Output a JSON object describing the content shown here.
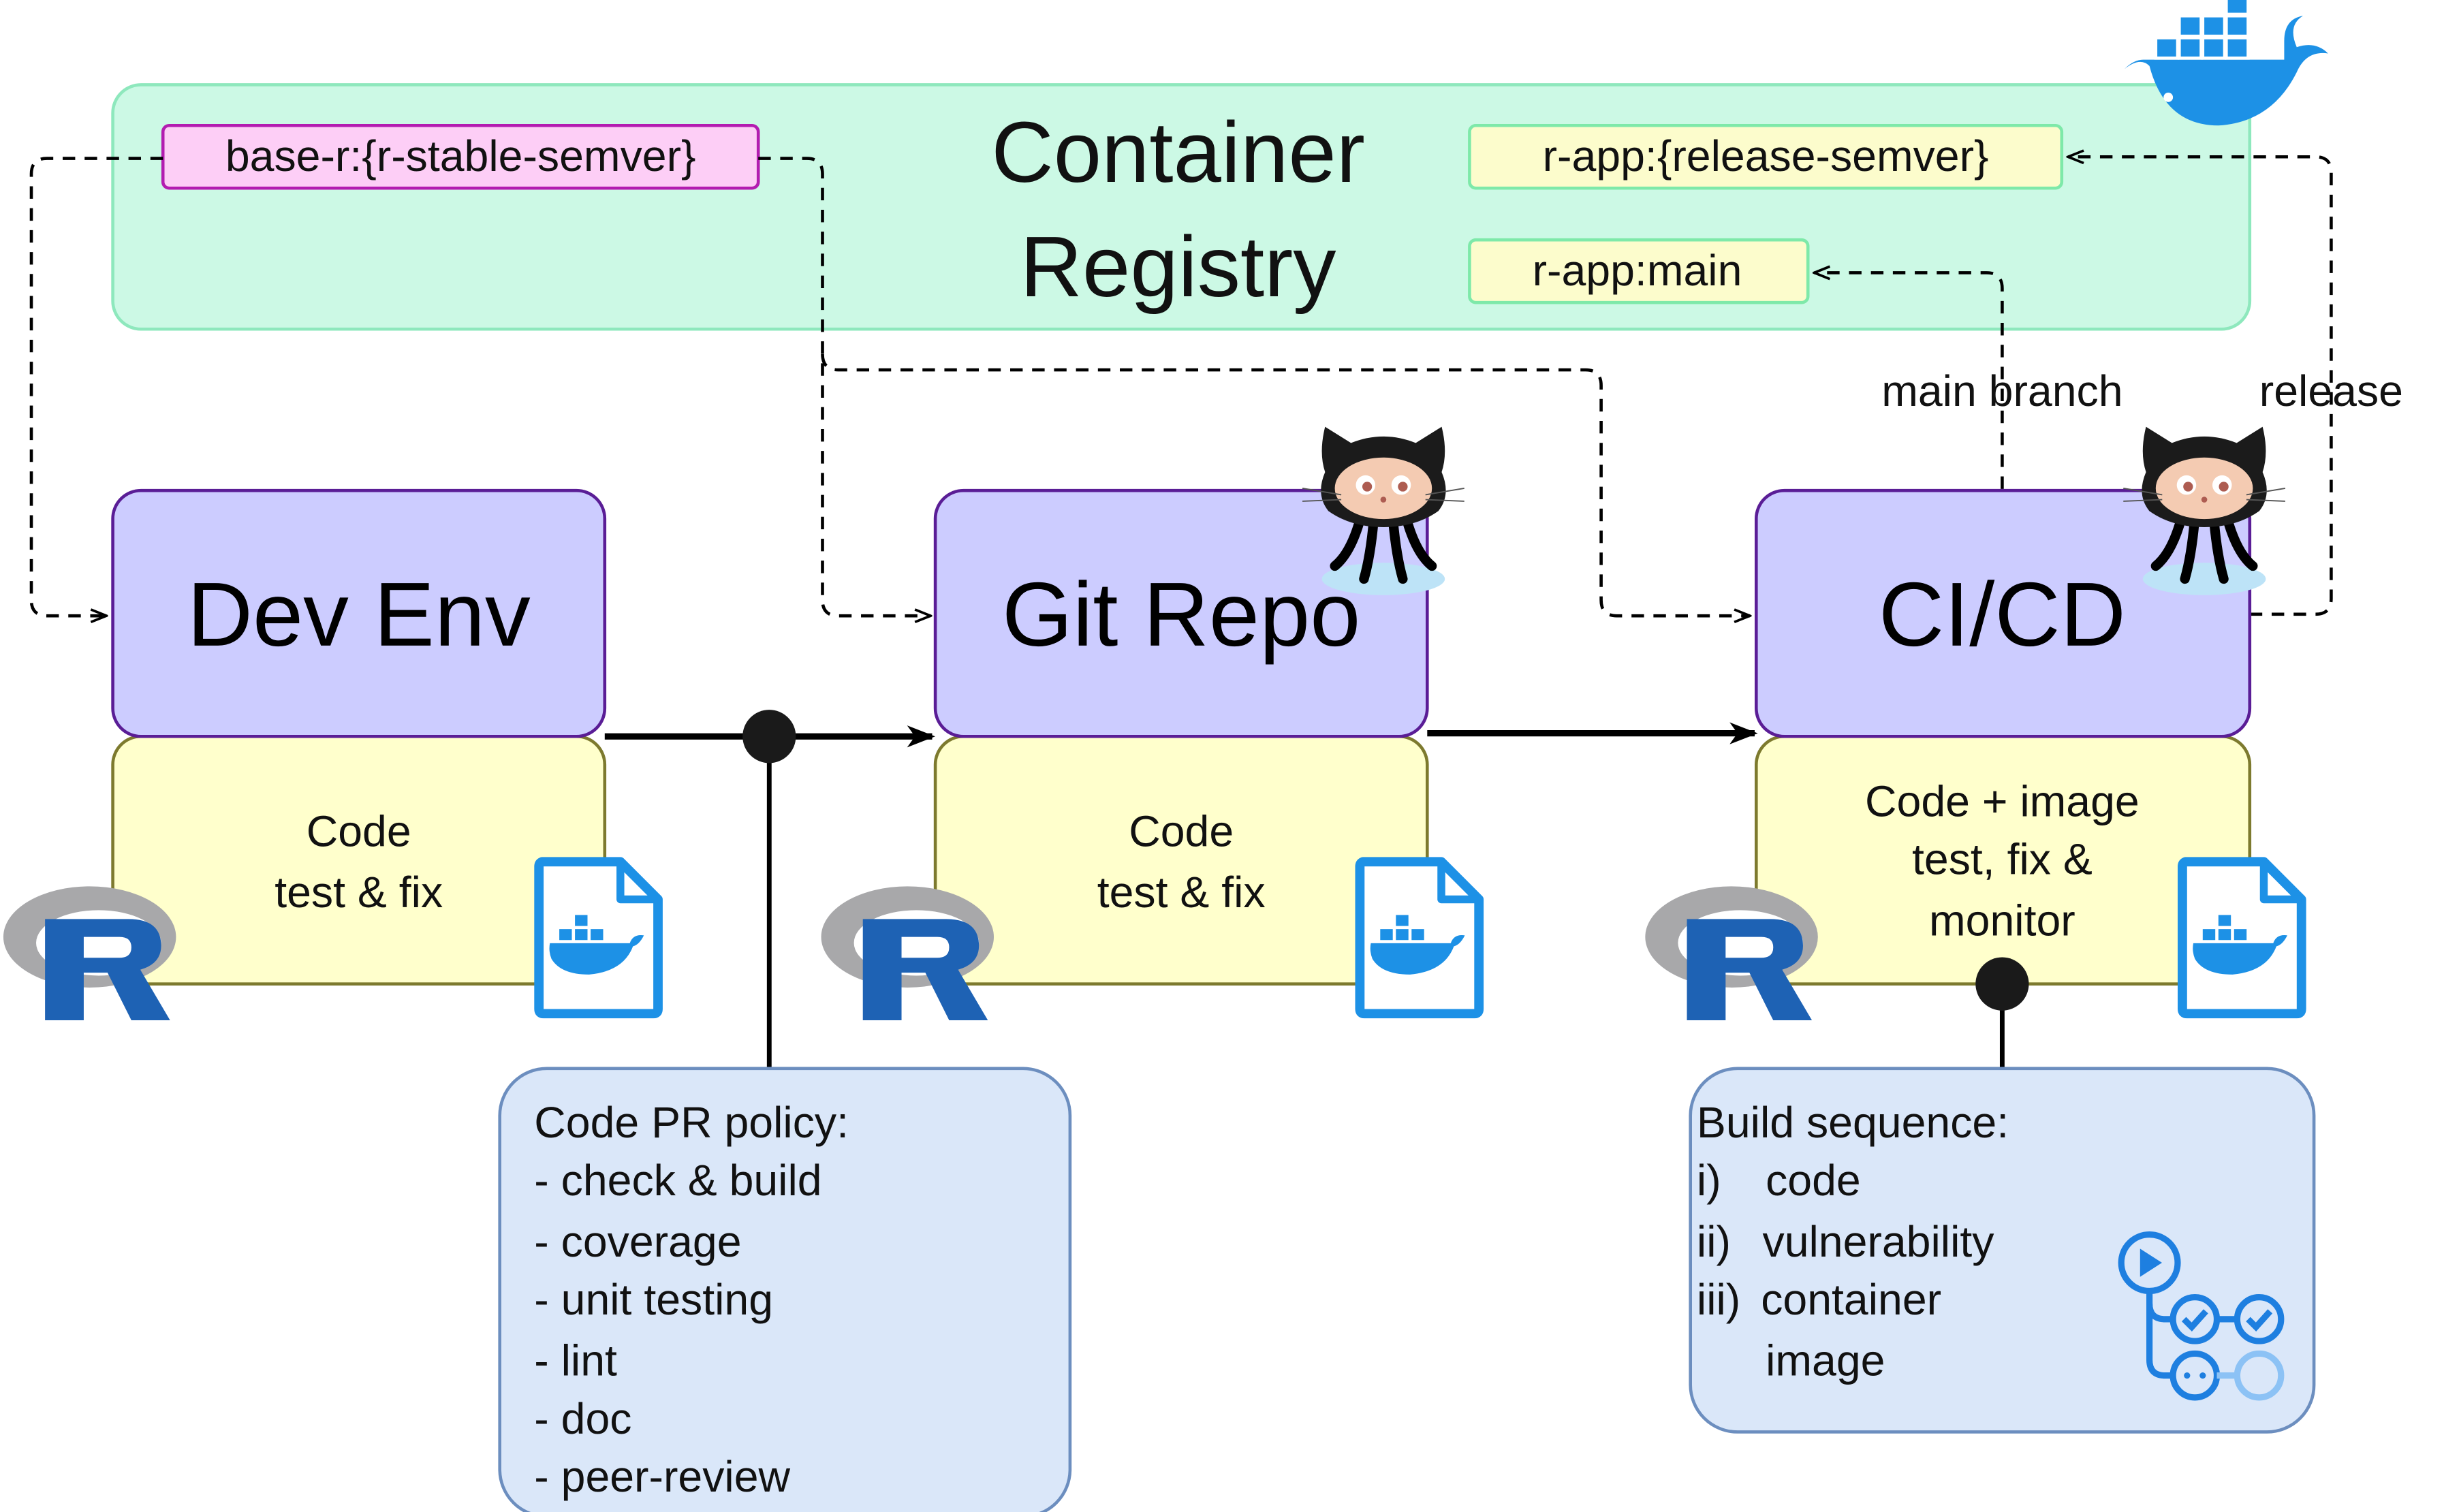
{
  "registry": {
    "title_line1": "Container",
    "title_line2": "Registry",
    "tags": {
      "base": "base-r:{r-stable-semver}",
      "release": "r-app:{release-semver}",
      "main": "r-app:main"
    }
  },
  "edges": {
    "main_branch": "main branch",
    "release": "release"
  },
  "stages": [
    {
      "title": "Dev Env",
      "detail_lines": [
        "Code",
        "test & fix"
      ]
    },
    {
      "title": "Git Repo",
      "detail_lines": [
        "Code",
        "test & fix"
      ]
    },
    {
      "title": "CI/CD",
      "detail_lines": [
        "Code + image",
        "test, fix &",
        "monitor"
      ]
    }
  ],
  "pr_policy": {
    "heading": "Code PR policy:",
    "items": [
      "- check & build",
      "- coverage",
      "- unit testing",
      "- lint",
      "- doc",
      "- peer-review"
    ]
  },
  "build_sequence": {
    "heading": "Build sequence:",
    "items": [
      {
        "num": "i)",
        "text": "code"
      },
      {
        "num": "ii)",
        "text": "vulnerability"
      },
      {
        "num": "iii)",
        "text": "container"
      },
      {
        "num": "",
        "text": "image"
      }
    ]
  },
  "icons": [
    "docker-whale-icon",
    "github-octocat-icon",
    "r-logo-icon",
    "dockerfile-icon",
    "workflow-icon"
  ],
  "colors": {
    "registry_fill": "#ccf9e5",
    "registry_stroke": "#8ee8bd",
    "stage_fill": "#ccccff",
    "stage_stroke": "#5a1d96",
    "detail_fill": "#ffffcc",
    "detail_stroke": "#7d7a2e",
    "note_fill": "#dae7f9",
    "note_stroke": "#6c8ebf",
    "base_tag_fill": "#fdcef6",
    "base_tag_stroke": "#b31cb0",
    "app_tag_fill": "#fcfccc",
    "app_tag_stroke": "#7ee9a9",
    "docker_blue": "#1d91e6"
  }
}
